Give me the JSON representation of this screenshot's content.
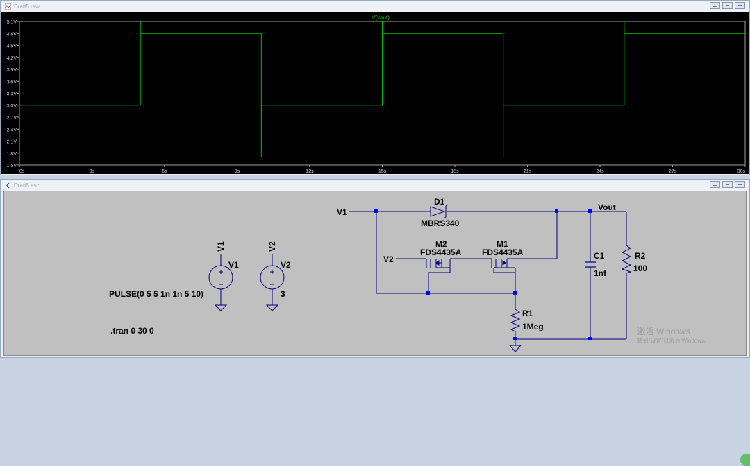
{
  "waveform_window": {
    "title": "Draft5.raw",
    "trace_label": "V(vout)",
    "trace_color": "#00c000"
  },
  "chart_data": {
    "type": "line",
    "title": "V(vout)",
    "xlabel": "",
    "ylabel": "",
    "xlim": [
      0,
      30
    ],
    "ylim": [
      1.5,
      5.1
    ],
    "x_ticks": [
      "0s",
      "3s",
      "6s",
      "9s",
      "12s",
      "15s",
      "18s",
      "21s",
      "24s",
      "27s",
      "30s"
    ],
    "y_ticks": [
      "1.5V",
      "1.8V",
      "2.1V",
      "2.4V",
      "2.7V",
      "3.0V",
      "3.3V",
      "3.6V",
      "3.9V",
      "4.2V",
      "4.5V",
      "4.8V",
      "5.1V"
    ],
    "grid": false,
    "series": [
      {
        "name": "V(vout)",
        "x": [
          0,
          5,
          5,
          5.001,
          10,
          10,
          10.001,
          15,
          15,
          15.001,
          20,
          20,
          20.001,
          25,
          25,
          25.001,
          30
        ],
        "y": [
          3.0,
          3.0,
          5.1,
          4.8,
          4.8,
          1.7,
          3.0,
          3.0,
          5.1,
          4.8,
          4.8,
          1.7,
          3.0,
          3.0,
          5.1,
          4.8,
          4.8
        ]
      }
    ]
  },
  "schematic_window": {
    "title": "Draft5.asc",
    "labels": {
      "v1_net": "V1",
      "v2_net": "V2",
      "vout_net": "Vout",
      "d1_name": "D1",
      "d1_value": "MBRS340",
      "m2_name": "M2",
      "m2_value": "FDS4435A",
      "m1_name": "M1",
      "m1_value": "FDS4435A",
      "c1_name": "C1",
      "c1_value": "1nf",
      "r2_name": "R2",
      "r2_value": "100",
      "r1_name": "R1",
      "r1_value": "1Meg",
      "v1_src_name": "V1",
      "v1_src_vert": "V1",
      "v2_src_name": "V2",
      "v2_src_vert": "V2",
      "v2_value": "3",
      "v1_value": "PULSE(0 5 5 1n 1n 5 10)",
      "tran": ".tran 0 30 0"
    },
    "watermark_line1": "激活 Windows",
    "watermark_line2": "转到\"设置\"以激活 Windows。"
  }
}
